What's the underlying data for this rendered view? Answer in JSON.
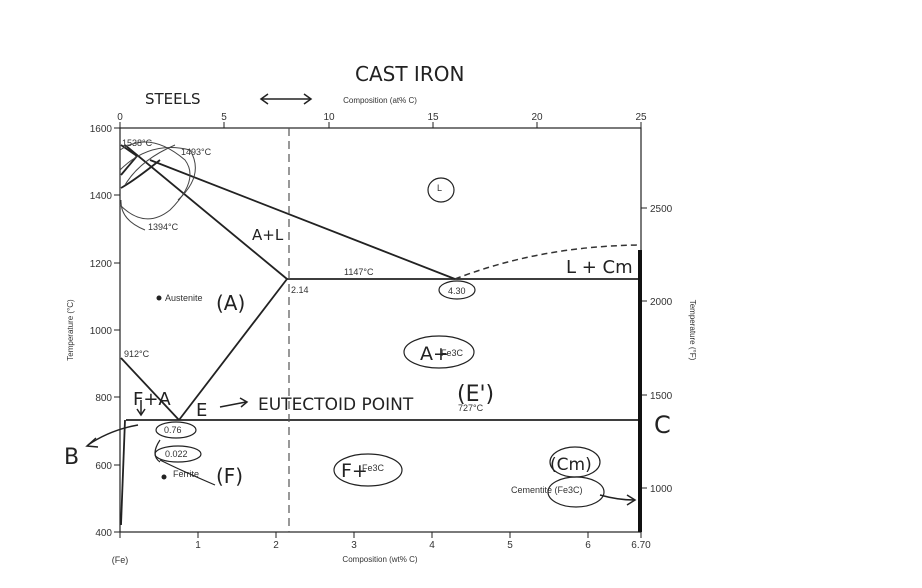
{
  "axes": {
    "bottom_title": "Composition (wt% C)",
    "bottom_ticks": [
      "(Fe)",
      "1",
      "2",
      "3",
      "4",
      "5",
      "6",
      "6.70"
    ],
    "top_title": "Composition (at% C)",
    "top_ticks": [
      "0",
      "5",
      "10",
      "15",
      "20",
      "25"
    ],
    "left_title": "Temperature (°C)",
    "left_ticks": [
      "400",
      "600",
      "800",
      "1000",
      "1200",
      "1400",
      "1600"
    ],
    "right_title": "Temperature (°F)",
    "right_ticks": [
      "1000",
      "1500",
      "2000",
      "2500"
    ]
  },
  "printed_labels": {
    "t1538": "1538°C",
    "t1493": "1493°C",
    "t1394": "1394°C",
    "t1147": "1147°C",
    "t912": "912°C",
    "t727": "727°C",
    "c214": "2.14",
    "c430": "4.30",
    "c076": "0.76",
    "c0022": "0.022",
    "austenite": "Austenite",
    "ferrite": "Ferrite",
    "cementite": "Cementite (Fe3C)",
    "a_plus_l": "A+L",
    "fe3c_a": "Fe3C",
    "fe3c_f": "Fe3C",
    "l": "L"
  },
  "handwritten": {
    "cast_iron": "CAST IRON",
    "steels": "STEELS",
    "region_a": "(A)",
    "region_f": "(F)",
    "f_plus_a": "F+A",
    "a_plus": "A+",
    "f_plus": "F+",
    "l_plus_cm": "L + Cm",
    "e_arrow": "E",
    "eutectoid": "EUTECTOID POINT",
    "e_prime": "(E')",
    "c": "C",
    "b": "B",
    "cm": "(Cm)"
  }
}
